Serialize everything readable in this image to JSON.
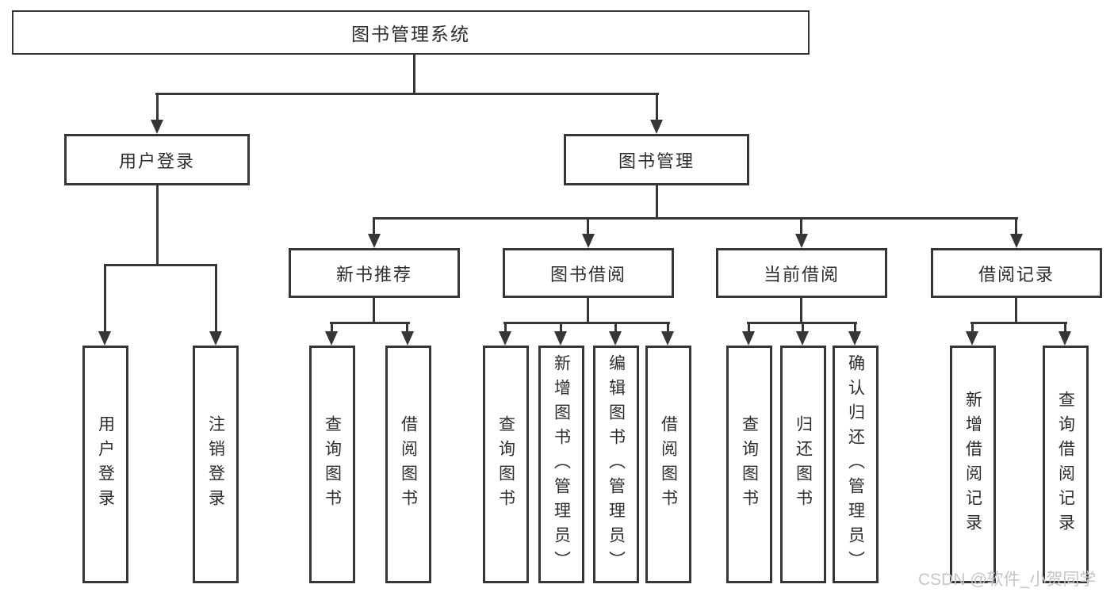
{
  "nodes": {
    "root": {
      "label": "图书管理系统"
    },
    "level2": [
      {
        "label": "用户登录",
        "parent": "图书管理系统"
      },
      {
        "label": "图书管理",
        "parent": "图书管理系统"
      }
    ],
    "level3": [
      {
        "label": "新书推荐",
        "parent": "图书管理"
      },
      {
        "label": "图书借阅",
        "parent": "图书管理"
      },
      {
        "label": "当前借阅",
        "parent": "图书管理"
      },
      {
        "label": "借阅记录",
        "parent": "图书管理"
      }
    ],
    "level4": [
      {
        "label": "用户登录",
        "parent": "用户登录"
      },
      {
        "label": "注销登录",
        "parent": "用户登录"
      },
      {
        "label": "查询图书",
        "parent": "新书推荐"
      },
      {
        "label": "借阅图书",
        "parent": "新书推荐"
      },
      {
        "label": "查询图书",
        "parent": "图书借阅"
      },
      {
        "label": "新增图书（管理员）",
        "parent": "图书借阅"
      },
      {
        "label": "编辑图书（管理员）",
        "parent": "图书借阅"
      },
      {
        "label": "借阅图书",
        "parent": "图书借阅"
      },
      {
        "label": "查询图书",
        "parent": "当前借阅"
      },
      {
        "label": "归还图书",
        "parent": "当前借阅"
      },
      {
        "label": "确认归还（管理员）",
        "parent": "当前借阅"
      },
      {
        "label": "新增借阅记录",
        "parent": "借阅记录"
      },
      {
        "label": "查询借阅记录",
        "parent": "借阅记录"
      }
    ]
  },
  "watermark": "CSDN @软件_小贺同学",
  "colors": {
    "line": "#363636",
    "box_border": "#363636",
    "text": "#2d2d2d",
    "watermark": "#c3c6cb",
    "background": "#ffffff"
  }
}
